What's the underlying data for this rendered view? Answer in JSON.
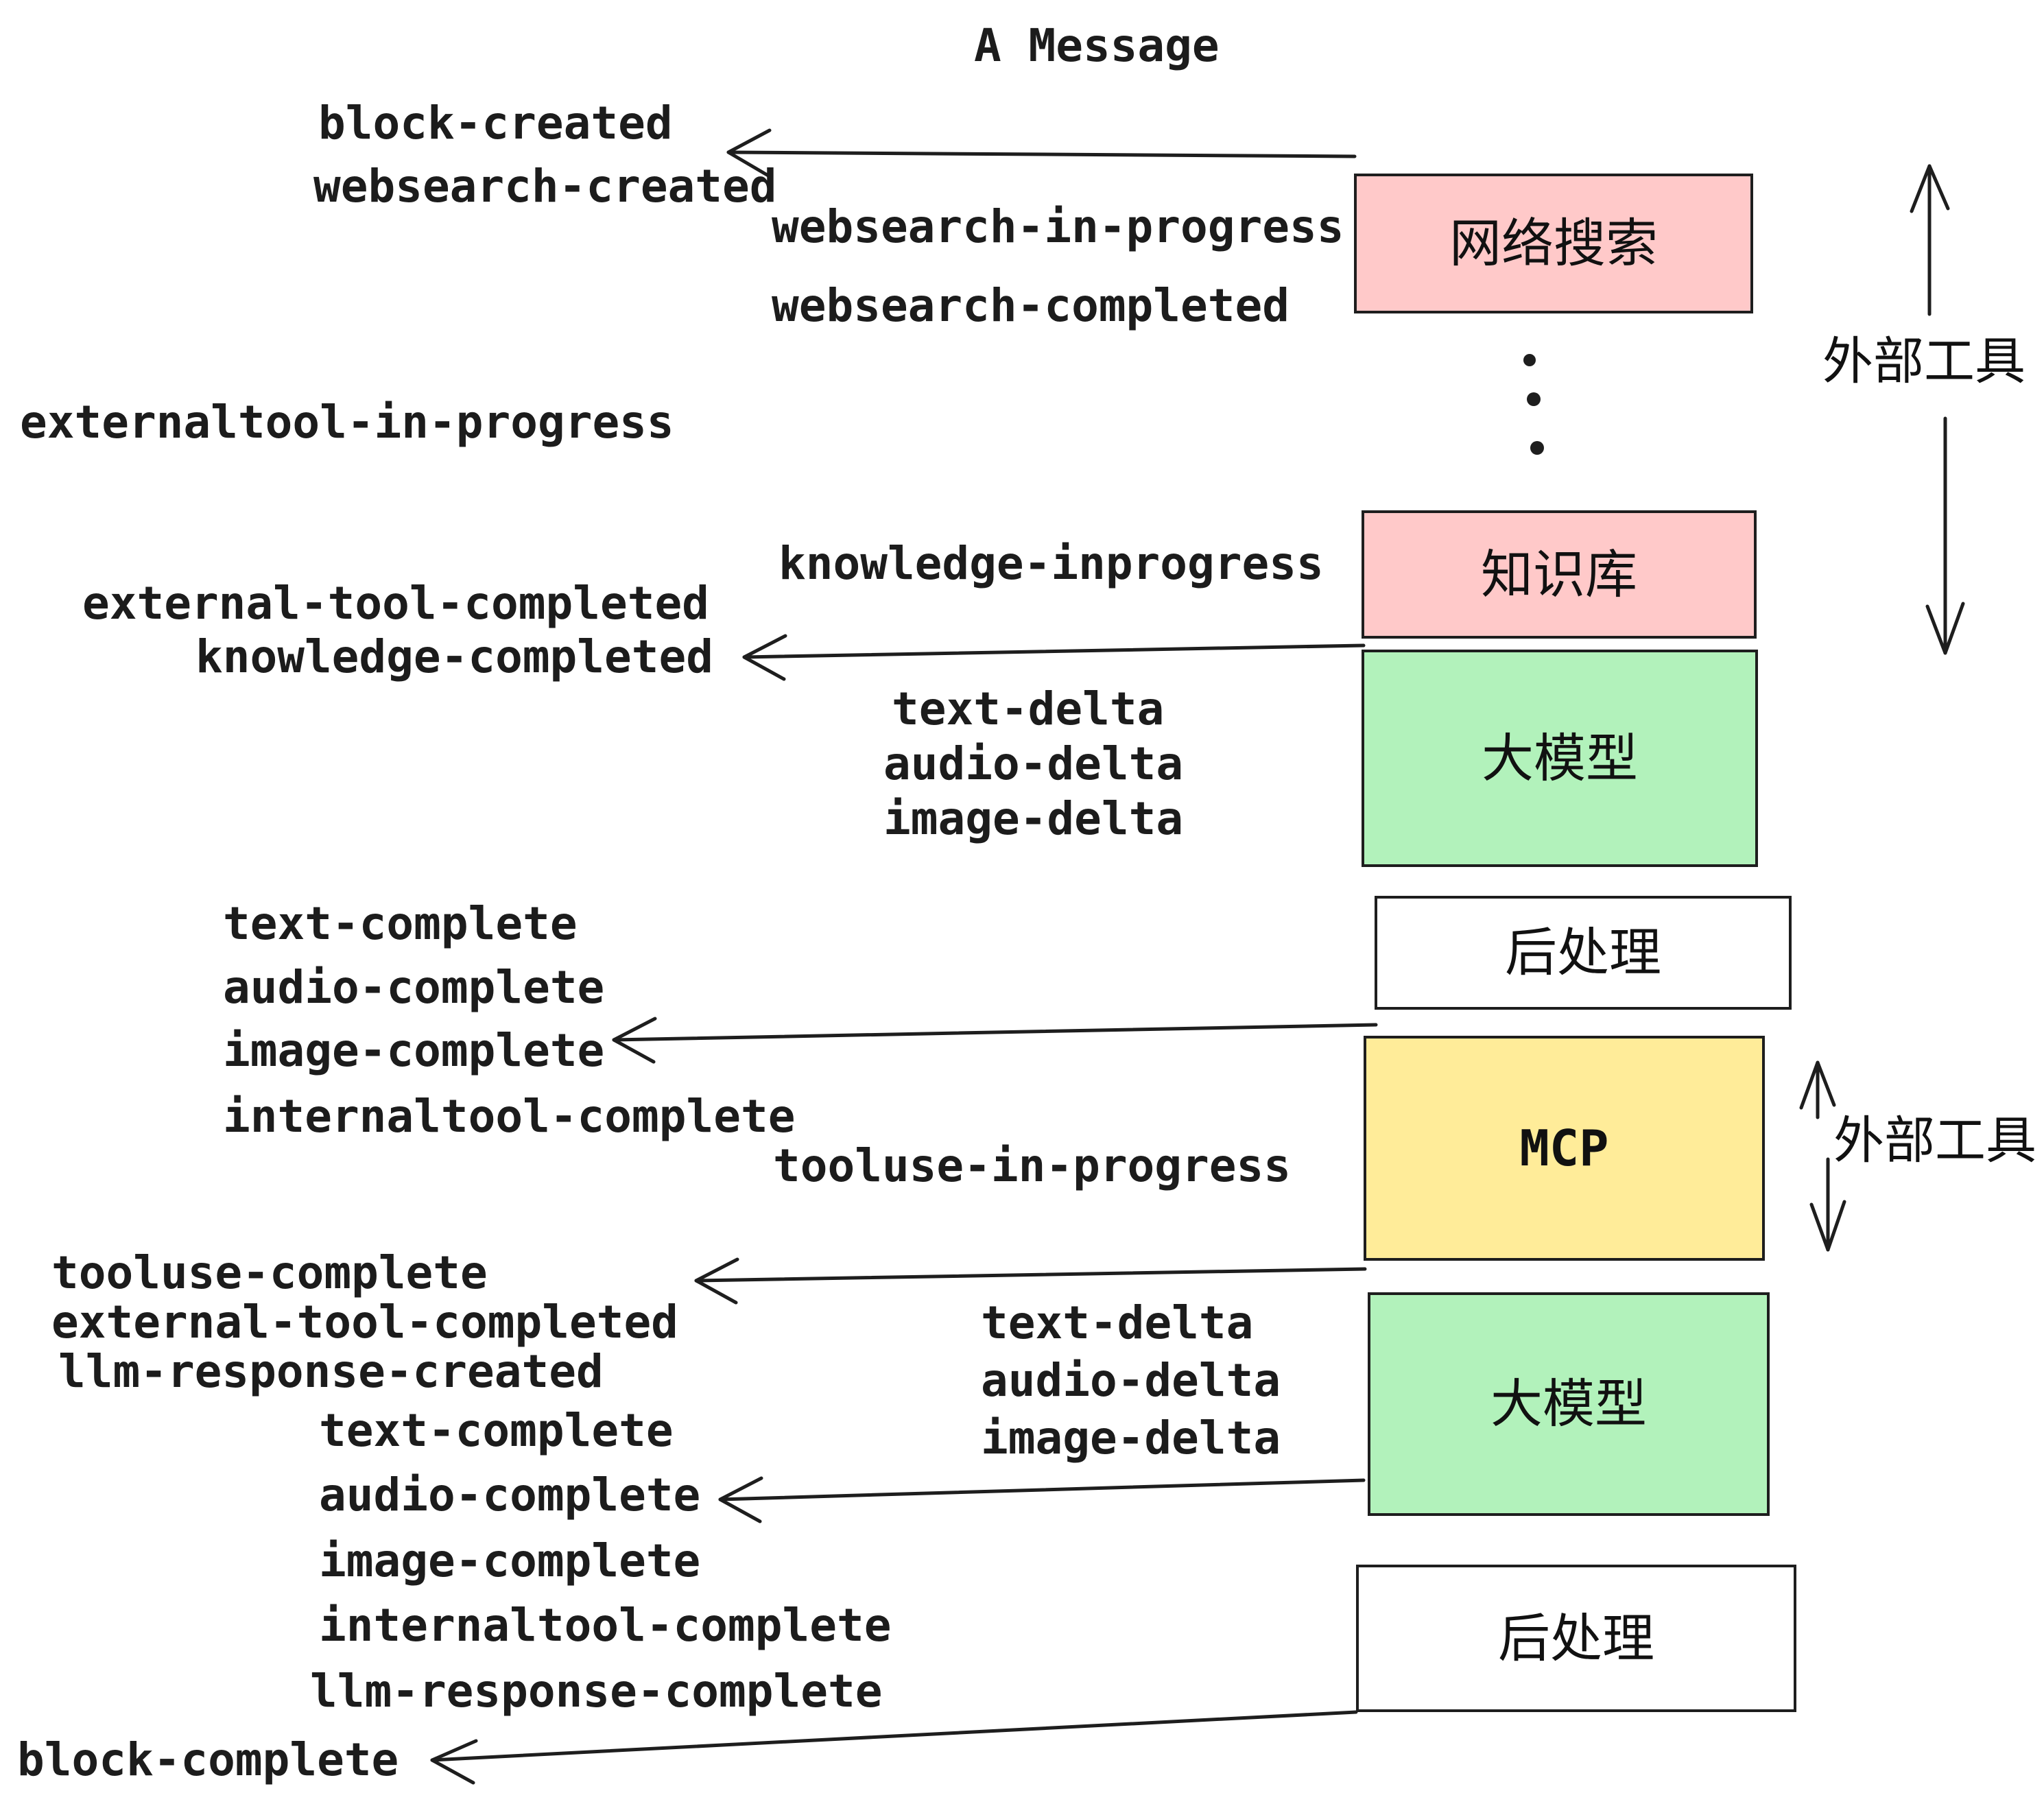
{
  "title": "A Message",
  "boxes": {
    "websearch": {
      "label": "网络搜索",
      "fill": "#ffc9c9"
    },
    "knowledge": {
      "label": "知识库",
      "fill": "#ffc9c9"
    },
    "llm1": {
      "label": "大模型",
      "fill": "#b2f2bb"
    },
    "post1": {
      "label": "后处理",
      "fill": "#ffffff"
    },
    "mcp": {
      "label": "MCP",
      "fill": "#ffec99"
    },
    "llm2": {
      "label": "大模型",
      "fill": "#b2f2bb"
    },
    "post2": {
      "label": "后处理",
      "fill": "#ffffff"
    }
  },
  "side_labels": {
    "external_tools_top": "外部工具",
    "external_tools_mcp": "外部工具"
  },
  "events": {
    "block_created": "block-created",
    "websearch_created": "websearch-created",
    "websearch_in_progress": "websearch-in-progress",
    "websearch_completed": "websearch-completed",
    "externaltool_in_progress": "externaltool-in-progress",
    "knowledge_inprogress": "knowledge-inprogress",
    "external_tool_completed": "external-tool-completed",
    "knowledge_completed": "knowledge-completed",
    "text_delta": "text-delta",
    "audio_delta": "audio-delta",
    "image_delta": "image-delta",
    "text_complete": "text-complete",
    "audio_complete": "audio-complete",
    "image_complete": "image-complete",
    "internaltool_complete": "internaltool-complete",
    "tooluse_in_progress": "tooluse-in-progress",
    "tooluse_complete": "tooluse-complete",
    "external_tool_completed_2": "external-tool-completed",
    "llm_response_created": "llm-response-created",
    "text_complete_2": "text-complete",
    "audio_complete_2": "audio-complete",
    "image_complete_2": "image-complete",
    "internaltool_complete_2": "internaltool-complete",
    "llm_response_complete": "llm-response-complete",
    "block_complete": "block-complete"
  },
  "colors": {
    "stroke": "#1e1e1e",
    "pink": "#ffc9c9",
    "green": "#b2f2bb",
    "yellow": "#ffec99",
    "background": "#ffffff"
  }
}
